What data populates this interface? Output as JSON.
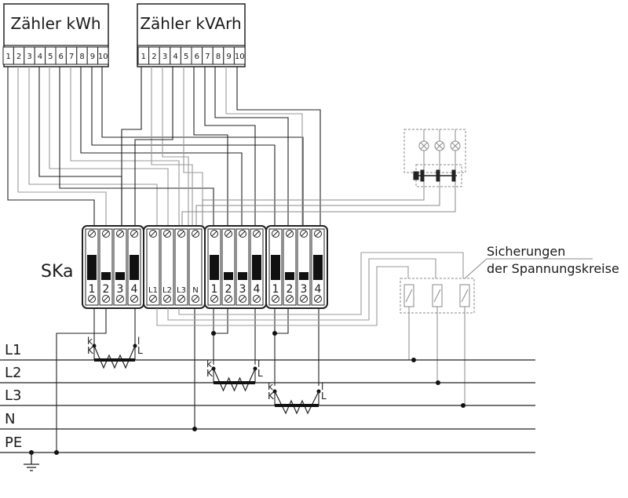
{
  "meters": {
    "kwh": {
      "title": "Zähler kWh",
      "terminals": [
        "1",
        "2",
        "3",
        "4",
        "5",
        "6",
        "7",
        "8",
        "9",
        "10"
      ]
    },
    "kvarh": {
      "title": "Zähler kVArh",
      "terminals": [
        "1",
        "2",
        "3",
        "4",
        "5",
        "6",
        "7",
        "8",
        "9",
        "10"
      ]
    }
  },
  "ska": {
    "label": "SKa",
    "groups": [
      {
        "labels": [
          "1",
          "2",
          "3",
          "4"
        ]
      },
      {
        "labels": [
          "L1",
          "L2",
          "L3",
          "N"
        ]
      },
      {
        "labels": [
          "1",
          "2",
          "3",
          "4"
        ]
      },
      {
        "labels": [
          "1",
          "2",
          "3",
          "4"
        ]
      }
    ]
  },
  "buses": [
    "L1",
    "L2",
    "L3",
    "N",
    "PE"
  ],
  "transformers": [
    {
      "small_k": "k",
      "big_k": "K",
      "small_l": "l",
      "big_l": "L"
    },
    {
      "small_k": "k",
      "big_k": "K",
      "small_l": "l",
      "big_l": "L"
    },
    {
      "small_k": "k",
      "big_k": "K",
      "small_l": "l",
      "big_l": "L"
    }
  ],
  "fuse_caption": {
    "line1": "Sicherungen",
    "line2": "der Spannungskreise"
  }
}
